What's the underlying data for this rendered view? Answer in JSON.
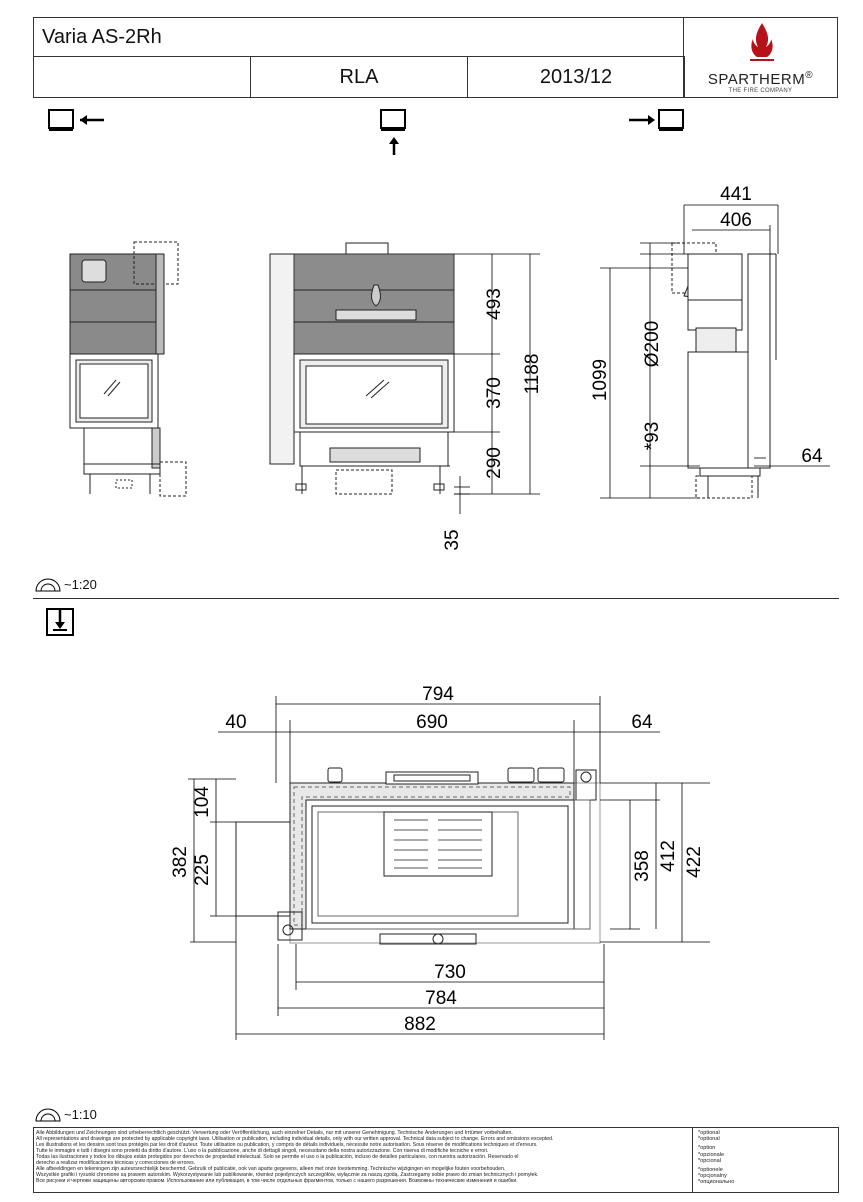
{
  "header": {
    "model": "Varia AS-2Rh",
    "variant": "RLA",
    "date": "2013/12",
    "brand": "SPARTHERM",
    "brand_mark": "®",
    "tagline": "THE FIRE COMPANY",
    "brand_color": "#b5121b"
  },
  "views": {
    "scale_top": "~1:20",
    "scale_bottom": "~1:10"
  },
  "dims_elevation": {
    "d441": "441",
    "d406": "406",
    "d493": "493",
    "d370": "370",
    "d290": "290",
    "d1188": "1188",
    "d35": "35",
    "d1099": "1099",
    "d200": "Ø200",
    "d93": "*93",
    "d64": "64"
  },
  "dims_plan": {
    "d794": "794",
    "d40": "40",
    "d690": "690",
    "d64": "64",
    "d104": "104",
    "d225": "225",
    "d382": "382",
    "d358": "358",
    "d412": "412",
    "d422": "422",
    "d730": "730",
    "d784": "784",
    "d882": "882"
  },
  "footer": {
    "disclaimer_lines": [
      "Alle Abbildungen und Zeichnungen sind urheberrechtlich geschützt. Verwertung oder Veröffentlichung, auch einzelner Details, nur mit unserer Genehmigung. Technische Änderungen und Irrtümer vorbehalten.",
      "All representations and drawings are protected by applicable copyright laws. Utilisation or publication, including individual details, only with our written approval. Technical data subject to change. Errors and omissions excepted.",
      "Les illustrations et les dessins sont tous protégés par les droit d'auteur. Toute utilisation ou publication, y compris de détails individuels, nécessite notre autorisation. Sous réserve de modifications techniques et d'erreurs.",
      "Tutte le immagini e tutti i disegni sono protetti da diritto d'autore. L'uso o la pubblicazione, anche di dettagli singoli, necessitano della nostra autorizzazione. Con riserva di modifiche tecniche e errori.",
      "Todas las ilustraciones y todos los dibujos están protegidos por derechos de propiedad intelectual. Solo se permite el uso o la publicación, incluso de detalles particulares, con nuestra autorización. Reservado el",
      "derecho a realizar modificaciones técnicas y correcciones de errores.",
      "Alle afbeeldingen en tekeningen zijn auteursrechtelijk beschermd. Gebruik of publicatie, ook van aparte gegevens, alleen met onze toestemming. Technische wijzigingen en mogelijke fouten voorbehouden.",
      "Wszystkie grafiki i rysunki chronione są prawem autorskim. Wykorzystywanie lub publikowanie, również pojedynczych szczegółów, wyłącznie za naszą zgodą. Zastrzegamy sobie prawo do zmian technicznych i pomyłek.",
      "Все рисунки и чертежи защищены авторским правом. Использование или публикация, в том числе отдельных фрагментов, только с нашего разрешения. Возможны технические изменения и ошибки."
    ],
    "option_lines": [
      "*optional",
      "*optional",
      "",
      "*option",
      "*opzionale",
      "*opcional",
      "",
      "*optionele",
      "*opcjonalny",
      "*опционально"
    ]
  }
}
